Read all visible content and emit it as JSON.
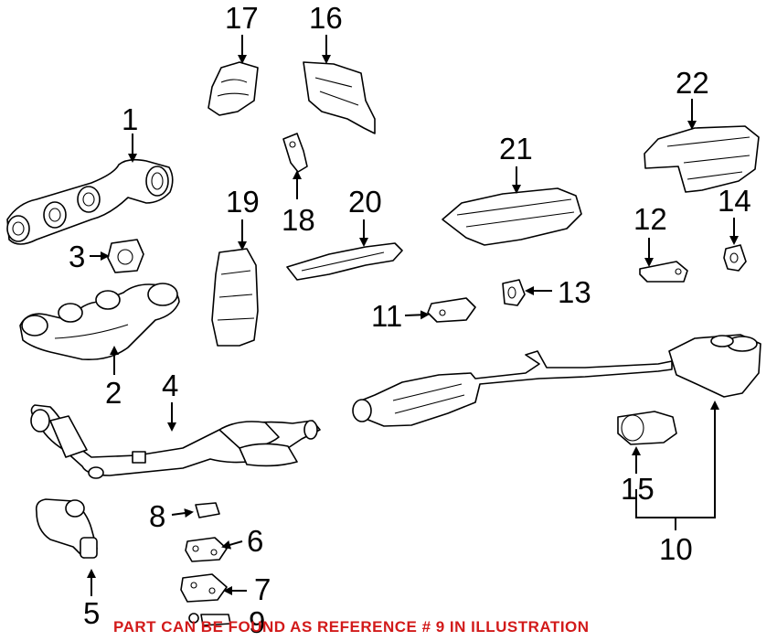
{
  "callouts": {
    "c1": "1",
    "c2": "2",
    "c3": "3",
    "c4": "4",
    "c5": "5",
    "c6": "6",
    "c7": "7",
    "c8": "8",
    "c9": "9",
    "c10": "10",
    "c11": "11",
    "c12": "12",
    "c13": "13",
    "c14": "14",
    "c15": "15",
    "c16": "16",
    "c17": "17",
    "c18": "18",
    "c19": "19",
    "c20": "20",
    "c21": "21",
    "c22": "22"
  },
  "note": "PART CAN BE FOUND AS REFERENCE # 9 IN ILLUSTRATION",
  "colors": {
    "note": "#d21a1a",
    "lines": "#000000",
    "background": "#ffffff"
  }
}
